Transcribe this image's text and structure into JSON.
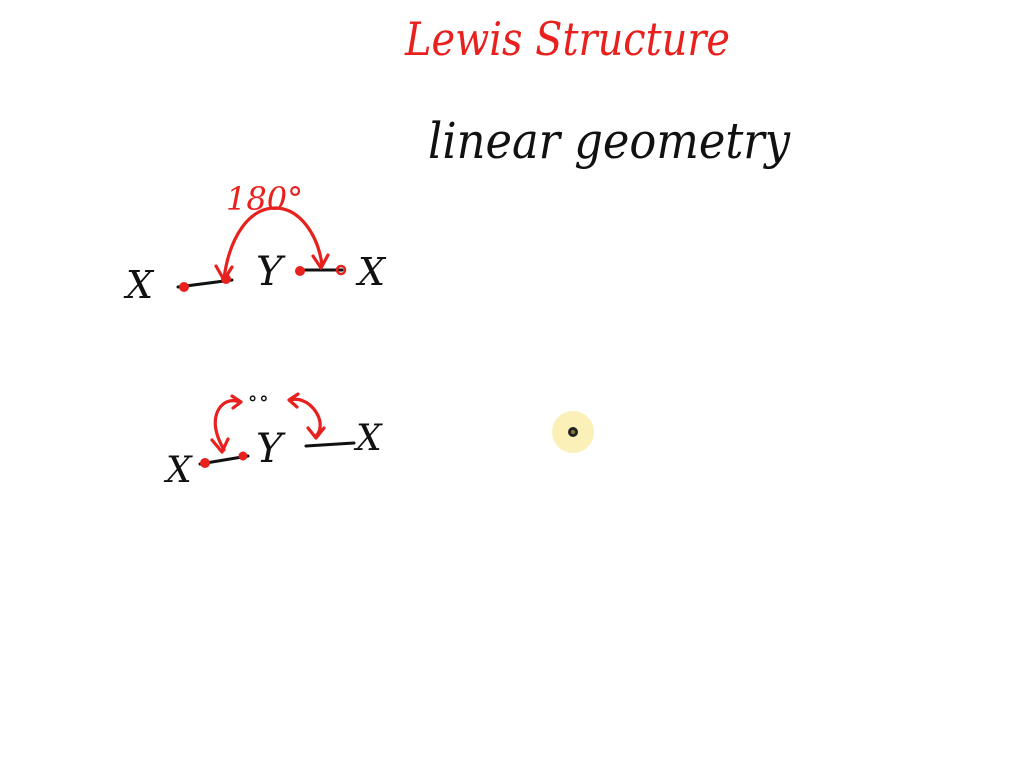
{
  "title": "Lewis Structure",
  "subtitle": "linear geometry",
  "colors": {
    "red_ink": "#e8201e",
    "black_ink": "#111111",
    "cursor_highlight": "#fbeeb0"
  },
  "structure_1": {
    "left_atom": "X",
    "center_atom": "Y",
    "right_atom": "X",
    "angle_label": "180°"
  },
  "structure_2": {
    "left_atom": "X",
    "center_atom": "Y",
    "right_atom": "X",
    "lone_pair": "∘∘"
  },
  "cursor_icon": "pen-cursor-highlight"
}
